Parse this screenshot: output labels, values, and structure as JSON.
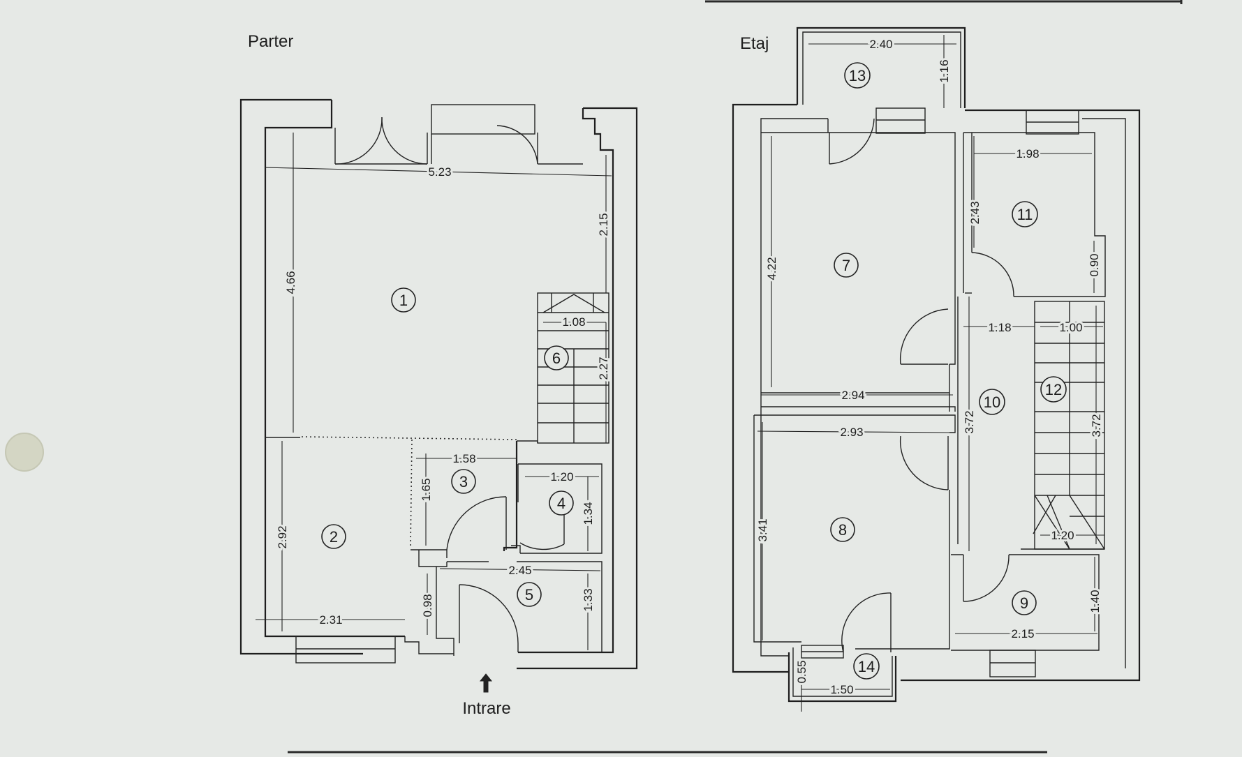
{
  "plans": {
    "ground_title": "Parter",
    "upper_title": "Etaj",
    "entrance_label": "Intrare"
  },
  "rooms": [
    "1",
    "2",
    "3",
    "4",
    "5",
    "6",
    "7",
    "8",
    "9",
    "10",
    "11",
    "12",
    "13",
    "14"
  ],
  "dimensions": {
    "d523": "5.23",
    "d466": "4.66",
    "d215v": "2.15",
    "d108": "1.08",
    "d227": "2.27",
    "d158": "1.58",
    "d165": "1.65",
    "d120a": "1.20",
    "d134": "1.34",
    "d292": "2.92",
    "d231": "2.31",
    "d245": "2.45",
    "d098": "0.98",
    "d133": "1.33",
    "d240": "2.40",
    "d116": "1.16",
    "d198": "1.98",
    "d243": "2.43",
    "d090": "0.90",
    "d422": "4.22",
    "d118": "1.18",
    "d100": "1.00",
    "d294": "2.94",
    "d293": "2.93",
    "d372a": "3.72",
    "d372b": "3.72",
    "d341": "3.41",
    "d120b": "1.20",
    "d140": "1.40",
    "d215h": "2.15",
    "d055": "0.55",
    "d150": "1.50"
  }
}
